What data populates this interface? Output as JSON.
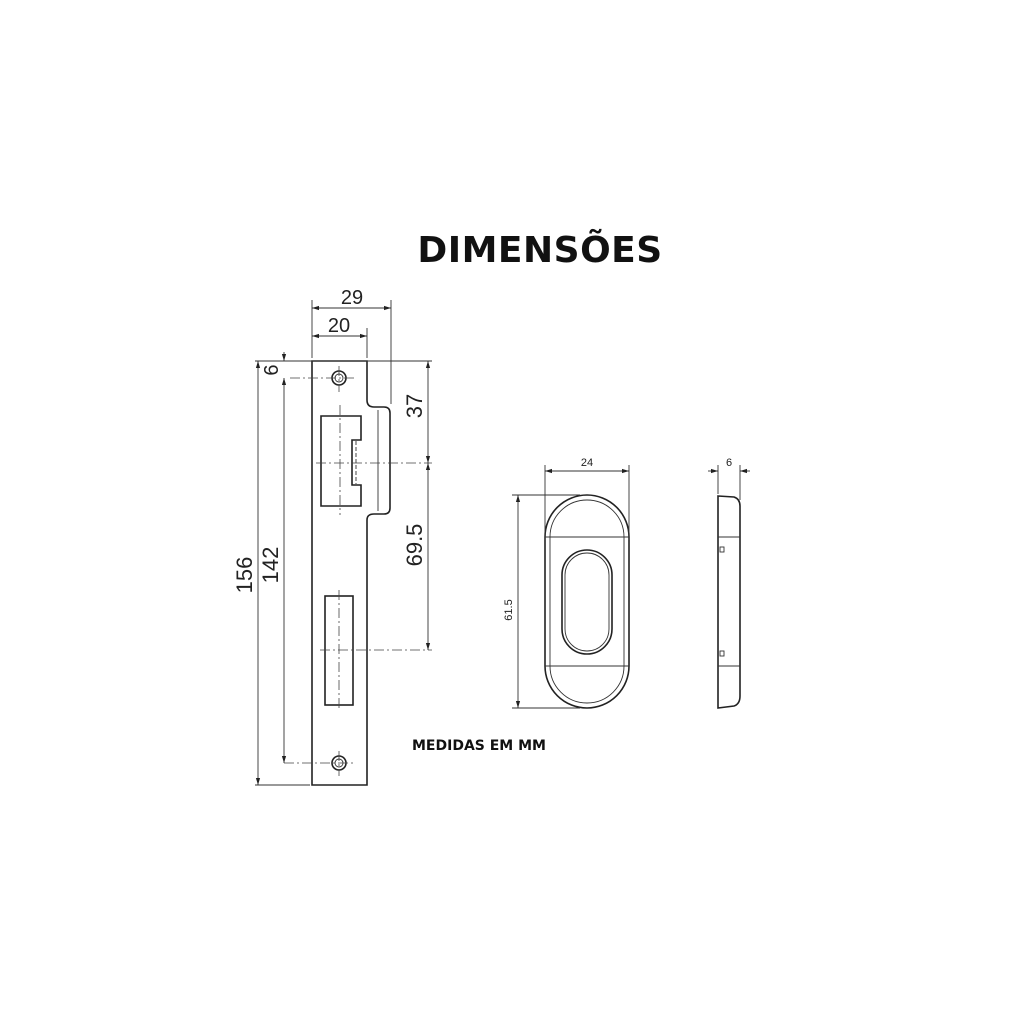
{
  "title": "DIMENSÕES",
  "note": "MEDIDAS EM MM",
  "strike_plate": {
    "dimensions": {
      "width_total": "29",
      "width_plate": "20",
      "hole_offset": "6",
      "length_total": "156",
      "hole_spacing": "142",
      "top_to_latch": "37",
      "latch_to_bolt": "69.5"
    }
  },
  "escutcheon": {
    "dimensions": {
      "width": "24",
      "height": "61.5",
      "depth": "6"
    }
  }
}
